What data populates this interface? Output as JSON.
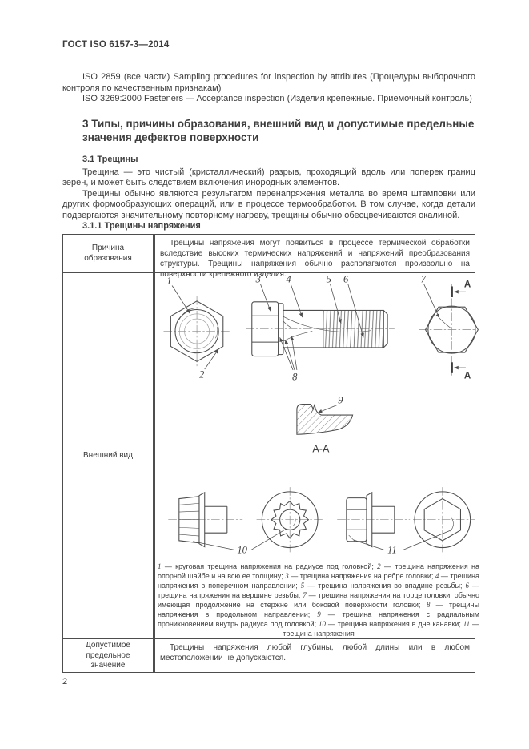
{
  "page": {
    "title": "ГОСТ ISO 6157-3—2014",
    "number": "2",
    "background": "#ffffff",
    "ink_color": "#3c3c3c",
    "line_color": "#4d4d4d"
  },
  "references": {
    "item1": "ISO 2859 (все части)  Sampling procedures for inspection by attributes (Процедуры выборочного контроля по качественным признакам)",
    "item2": "ISO 3269:2000  Fasteners — Acceptance inspection (Изделия крепежные. Приемочный контроль)"
  },
  "section": {
    "heading": "3  Типы, причины образования, внешний вид и допустимые предельные значения дефектов поверхности",
    "sub_cracks": "3.1  Трещины",
    "para_definition": "Трещина — это чистый (кристаллический) разрыв, проходящий вдоль или поперек границ зерен, и может быть следствием включения инородных элементов.",
    "para_cause": "Трещины обычно являются результатом перенапряжения металла во время штамповки или других формообразующих операций, или в процессе термообработки. В том случае, когда детали подвергаются значительному повторному нагреву, трещины обычно обесцвечиваются окалиной.",
    "sub_stress_cracks": "3.1.1  Трещины напряжения"
  },
  "table": {
    "cause_row": {
      "label": "Причина образования",
      "text": "Трещины напряжения могут появиться в процессе термической обработки вследствие высоких термических напряжений и напряжений преобразования структуры. Трещины напряжения обычно располагаются произвольно на поверхности крепежного изделия."
    },
    "appearance_row": {
      "label": "Внешний вид"
    },
    "limit_row": {
      "label": "Допустимое предельное значение",
      "text": "Трещины напряжения любой глубины, любой длины или в любом местоположении не допускаются."
    },
    "figure": {
      "section_letter": "А",
      "section_label": "А-А",
      "callouts": [
        "1",
        "2",
        "3",
        "4",
        "5",
        "6",
        "7",
        "8",
        "9",
        "10",
        "11"
      ],
      "caption_items": [
        {
          "n": "1",
          "t": "круговая трещина напряжения на радиусе под головкой"
        },
        {
          "n": "2",
          "t": "трещина напряжения на опорной шайбе и на всю ее толщину"
        },
        {
          "n": "3",
          "t": "трещина напряжения на ребре головки"
        },
        {
          "n": "4",
          "t": "трещина напряжения в поперечном направлении"
        },
        {
          "n": "5",
          "t": "трещина напряжения во впадине резьбы"
        },
        {
          "n": "6",
          "t": "трещина напряжения на вершине резьбы"
        },
        {
          "n": "7",
          "t": "трещина напряжения на торце головки, обычно имеющая продолжение на стержне или боковой поверхности головки"
        },
        {
          "n": "8",
          "t": "трещины напряжения в продольном направлении"
        },
        {
          "n": "9",
          "t": "трещина напряжения с радиальным проникновением внутрь радиуса под головкой"
        },
        {
          "n": "10",
          "t": "трещина напряжения в дне канавки"
        },
        {
          "n": "11",
          "t": "трещина напряжения"
        }
      ]
    }
  }
}
